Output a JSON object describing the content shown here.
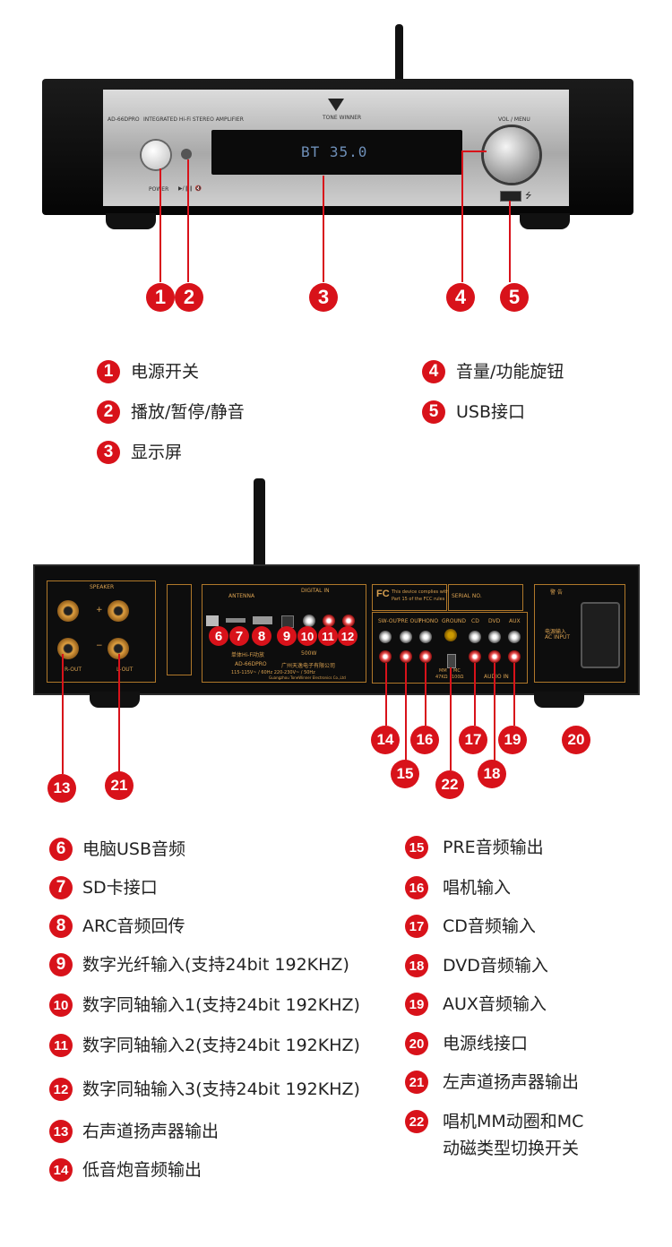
{
  "colors": {
    "accent": "#d8121a",
    "chassis": "#0d0d0d",
    "faceplate": "#c8c8c8",
    "display_text": "#6e8fb8",
    "rear_print": "#d8a050"
  },
  "front_panel": {
    "model": "AD-66DPRO",
    "subtitle": "INTEGRATED Hi-Fi STEREO AMPLIFIER",
    "brand": "TONE WINNER",
    "brand_logo_icon": "tone-winner-logo-icon",
    "vol_label": "VOL / MENU",
    "power_label": "POWER",
    "play_label": "▶/❙❙ 🔇",
    "display_text": "BT  35.0",
    "usb_symbol": "⭍"
  },
  "front_callouts": [
    "1",
    "2",
    "3",
    "4",
    "5"
  ],
  "front_legend": [
    {
      "num": "1",
      "text": "电源开关"
    },
    {
      "num": "2",
      "text": "播放/暂停/静音"
    },
    {
      "num": "3",
      "text": "显示屏"
    },
    {
      "num": "4",
      "text": "音量/功能旋钮"
    },
    {
      "num": "5",
      "text": "USB接口"
    }
  ],
  "rear_panel": {
    "speaker_label": "SPEAKER",
    "plus": "+",
    "minus": "−",
    "r_out": "R-OUT",
    "l_out": "L-OUT",
    "antenna_label": "ANTENNA",
    "digital_in": "DIGITAL IN",
    "fcc_text_1": "This device complies with",
    "fcc_text_2": "Part 15 of the FCC rules",
    "serial": "SERIAL NO.",
    "sw_out": "SW-OUT",
    "pre_out": "PRE OUT",
    "phono": "PHONO",
    "ground": "GROUND",
    "cd": "CD",
    "dvd": "DVD",
    "aux": "AUX",
    "audio_in": "AUDIO IN",
    "mm": "MM",
    "mc": "MC",
    "mm_val": "47KΩ",
    "mc_val": "100Ω",
    "ac_cn": "电源输入",
    "ac_en": "AC INPUT",
    "warning": "警 告",
    "model_cn": "AD-66DPRO",
    "name_cn": "单体Hi-Fi功放",
    "company_cn": "广州天逸电子有限公司",
    "company_en": "Guangzhou ToneWinner Electronics Co.,Ltd",
    "voltage": "115-115V~ / 60Hz  220-230V~ / 50Hz",
    "power_val": "500W"
  },
  "rear_callouts": [
    "6",
    "7",
    "8",
    "9",
    "10",
    "11",
    "12",
    "13",
    "14",
    "15",
    "16",
    "17",
    "18",
    "19",
    "20",
    "21",
    "22"
  ],
  "rear_legend_left": [
    {
      "num": "6",
      "text": "电脑USB音频"
    },
    {
      "num": "7",
      "text": "SD卡接口"
    },
    {
      "num": "8",
      "text": "ARC音频回传"
    },
    {
      "num": "9",
      "text": "数字光纤输入(支持24bit 192KHZ)"
    },
    {
      "num": "10",
      "text": "数字同轴输入1(支持24bit 192KHZ)"
    },
    {
      "num": "11",
      "text": "数字同轴输入2(支持24bit 192KHZ)"
    },
    {
      "num": "12",
      "text": "数字同轴输入3(支持24bit 192KHZ)"
    },
    {
      "num": "13",
      "text": "右声道扬声器输出"
    },
    {
      "num": "14",
      "text": "低音炮音频输出"
    }
  ],
  "rear_legend_right": [
    {
      "num": "15",
      "text": "PRE音频输出"
    },
    {
      "num": "16",
      "text": "唱机输入"
    },
    {
      "num": "17",
      "text": "CD音频输入"
    },
    {
      "num": "18",
      "text": "DVD音频输入"
    },
    {
      "num": "19",
      "text": "AUX音频输入"
    },
    {
      "num": "20",
      "text": "电源线接口"
    },
    {
      "num": "21",
      "text": "左声道扬声器输出"
    },
    {
      "num": "22",
      "text": "唱机MM动圈和MC",
      "text2": "动磁类型切换开关"
    }
  ]
}
